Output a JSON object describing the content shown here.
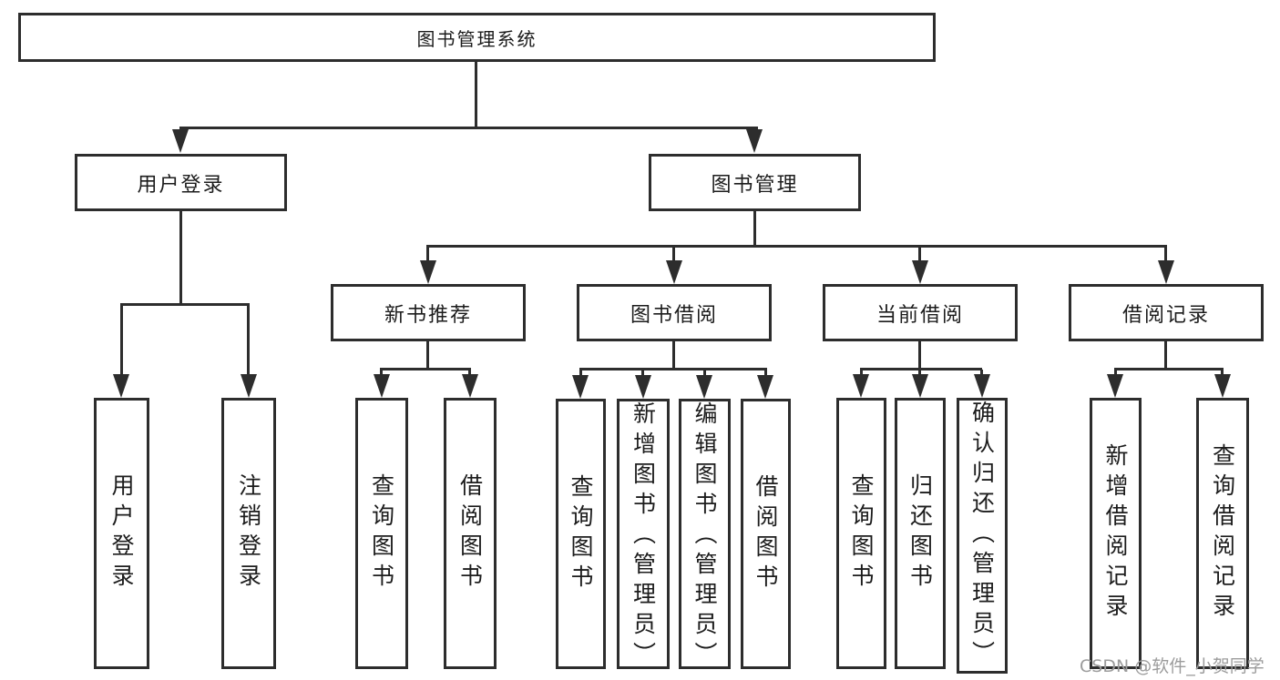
{
  "diagram": {
    "nodes": {
      "root": "图书管理系统",
      "user_login": "用户登录",
      "book_mgmt": "图书管理",
      "new_book_rec": "新书推荐",
      "book_borrow": "图书借阅",
      "current_borrow": "当前借阅",
      "borrow_record": "借阅记录",
      "ul_user_login": "用户登录",
      "ul_logout": "注销登录",
      "nb_query_books": "查询图书",
      "nb_borrow_books": "借阅图书",
      "bb_query_books": "查询图书",
      "bb_add_books": "新增图书（管理员）",
      "bb_edit_books": "编辑图书（管理员）",
      "bb_borrow_books": "借阅图书",
      "cb_query_books": "查询图书",
      "cb_return_books": "归还图书",
      "cb_confirm_return": "确认归还（管理员）",
      "br_add_record": "新增借阅记录",
      "br_query_record": "查询借阅记录"
    },
    "structure": {
      "root": [
        "user_login",
        "book_mgmt"
      ],
      "user_login": [
        "ul_user_login",
        "ul_logout"
      ],
      "book_mgmt": [
        "new_book_rec",
        "book_borrow",
        "current_borrow",
        "borrow_record"
      ],
      "new_book_rec": [
        "nb_query_books",
        "nb_borrow_books"
      ],
      "book_borrow": [
        "bb_query_books",
        "bb_add_books",
        "bb_edit_books",
        "bb_borrow_books"
      ],
      "current_borrow": [
        "cb_query_books",
        "cb_return_books",
        "cb_confirm_return"
      ],
      "borrow_record": [
        "br_add_record",
        "br_query_record"
      ]
    },
    "watermark": "CSDN @软件_小贺同学"
  },
  "colors": {
    "line": "#2d2d2d",
    "text": "#1c1c1c",
    "watermark": "#9c9c9c",
    "background": "#ffffff"
  }
}
